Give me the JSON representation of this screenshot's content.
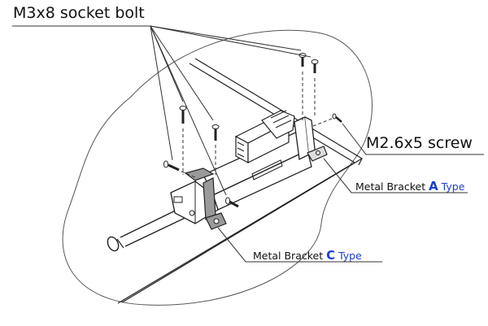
{
  "labels": {
    "socket_bolt": "M3x8 socket bolt",
    "screw": "M2.6x5 screw",
    "bracket_a": {
      "prefix": "Metal Bracket ",
      "letter": "A",
      "suffix": " Type"
    },
    "bracket_c": {
      "prefix": "Metal Bracket ",
      "letter": "C",
      "suffix": " Type"
    }
  },
  "colors": {
    "line": "#333333",
    "accent_blue": "#1a3fd0",
    "bracket_fill": "#9a9a9a"
  }
}
